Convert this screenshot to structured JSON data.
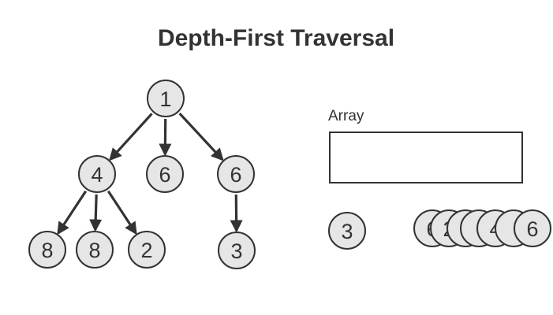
{
  "title": "Depth-First Traversal",
  "array_label": "Array",
  "colors": {
    "node_fill": "#e6e6e6",
    "stroke": "#333333",
    "background": "#ffffff"
  },
  "tree": {
    "nodes": [
      {
        "id": "n1",
        "label": "1"
      },
      {
        "id": "n4",
        "label": "4"
      },
      {
        "id": "n6a",
        "label": "6"
      },
      {
        "id": "n6b",
        "label": "6"
      },
      {
        "id": "n8a",
        "label": "8"
      },
      {
        "id": "n8b",
        "label": "8"
      },
      {
        "id": "n2",
        "label": "2"
      },
      {
        "id": "n3",
        "label": "3"
      }
    ],
    "edges": [
      {
        "from": "n1",
        "to": "n4"
      },
      {
        "from": "n1",
        "to": "n6a"
      },
      {
        "from": "n1",
        "to": "n6b"
      },
      {
        "from": "n4",
        "to": "n8a"
      },
      {
        "from": "n4",
        "to": "n8b"
      },
      {
        "from": "n4",
        "to": "n2"
      },
      {
        "from": "n6b",
        "to": "n3"
      }
    ]
  },
  "current_node": {
    "label": "3"
  },
  "stack_nodes": [
    {
      "label": "6"
    },
    {
      "label": "2"
    },
    {
      "label": "8"
    },
    {
      "label": ""
    },
    {
      "label": "4"
    },
    {
      "label": ""
    },
    {
      "label": "6"
    }
  ]
}
